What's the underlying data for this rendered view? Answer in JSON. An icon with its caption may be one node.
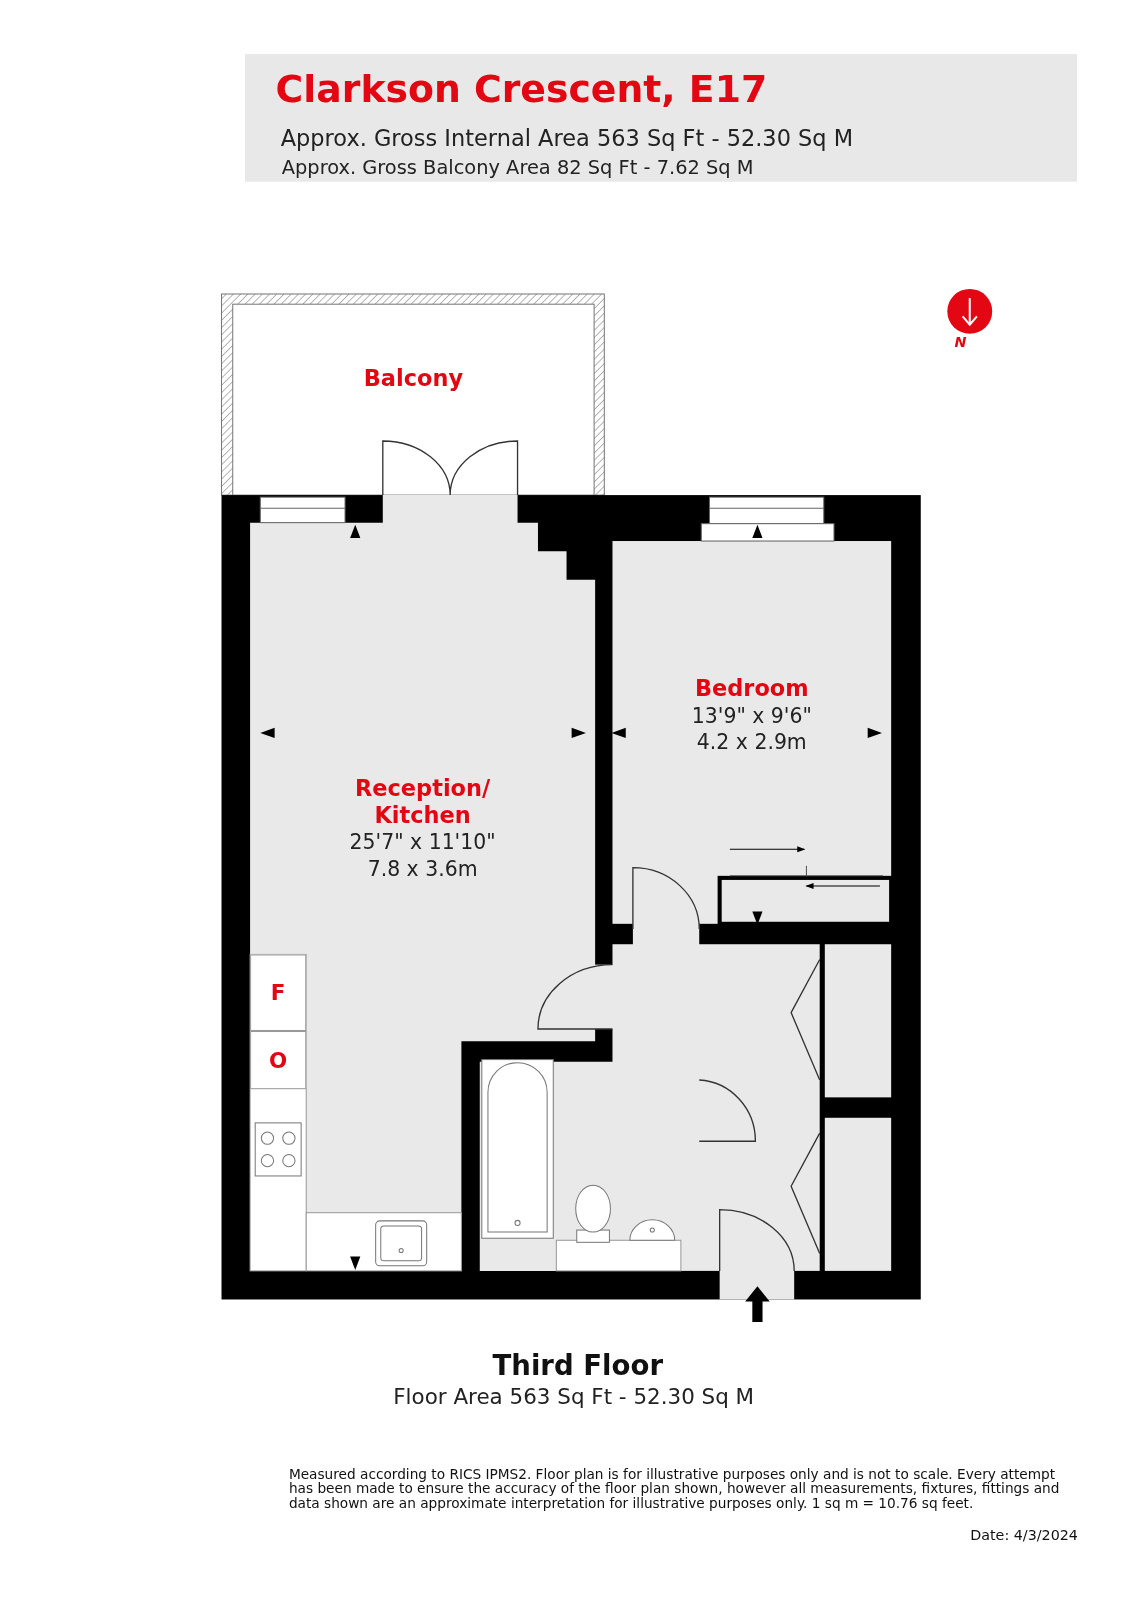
{
  "diagram": {
    "title": "Clarkson Crescent, E17",
    "nodes": [
      {
        "text": [
          "Balcony"
        ]
      },
      {
        "text": [
          "Bedroom",
          "13'9\" x 9'6\"",
          "4.2 x 2.9m"
        ]
      },
      {
        "text": [
          "Reception/ Kitchen",
          "25'7\" x 11'10\"",
          "7.8 x 3.6m"
        ]
      },
      {
        "text": [
          "F"
        ],
        "in": 2
      },
      {
        "text": [
          "O"
        ],
        "in": 2
      }
    ],
    "labels": [
      "Approx. Gross Internal Area 563 Sq Ft - 52.30 Sq M",
      "Approx. Gross Balcony Area 82 Sq Ft - 7.62 Sq M",
      "N",
      "Third Floor",
      "Floor Area 563 Sq Ft - 52.30 Sq M",
      "Measured according to RICS IPMS2. Floor plan is for illustrative purposes only and is not to scale. Every attempt has been made to ensure the accuracy of the floor plan shown, however all measurements, fixtures, fittings and data shown are an approximate interpretation for illustrative purposes only. 1 sq m = 10.76 sq feet.",
      "Date: 4/3/2024"
    ]
  }
}
